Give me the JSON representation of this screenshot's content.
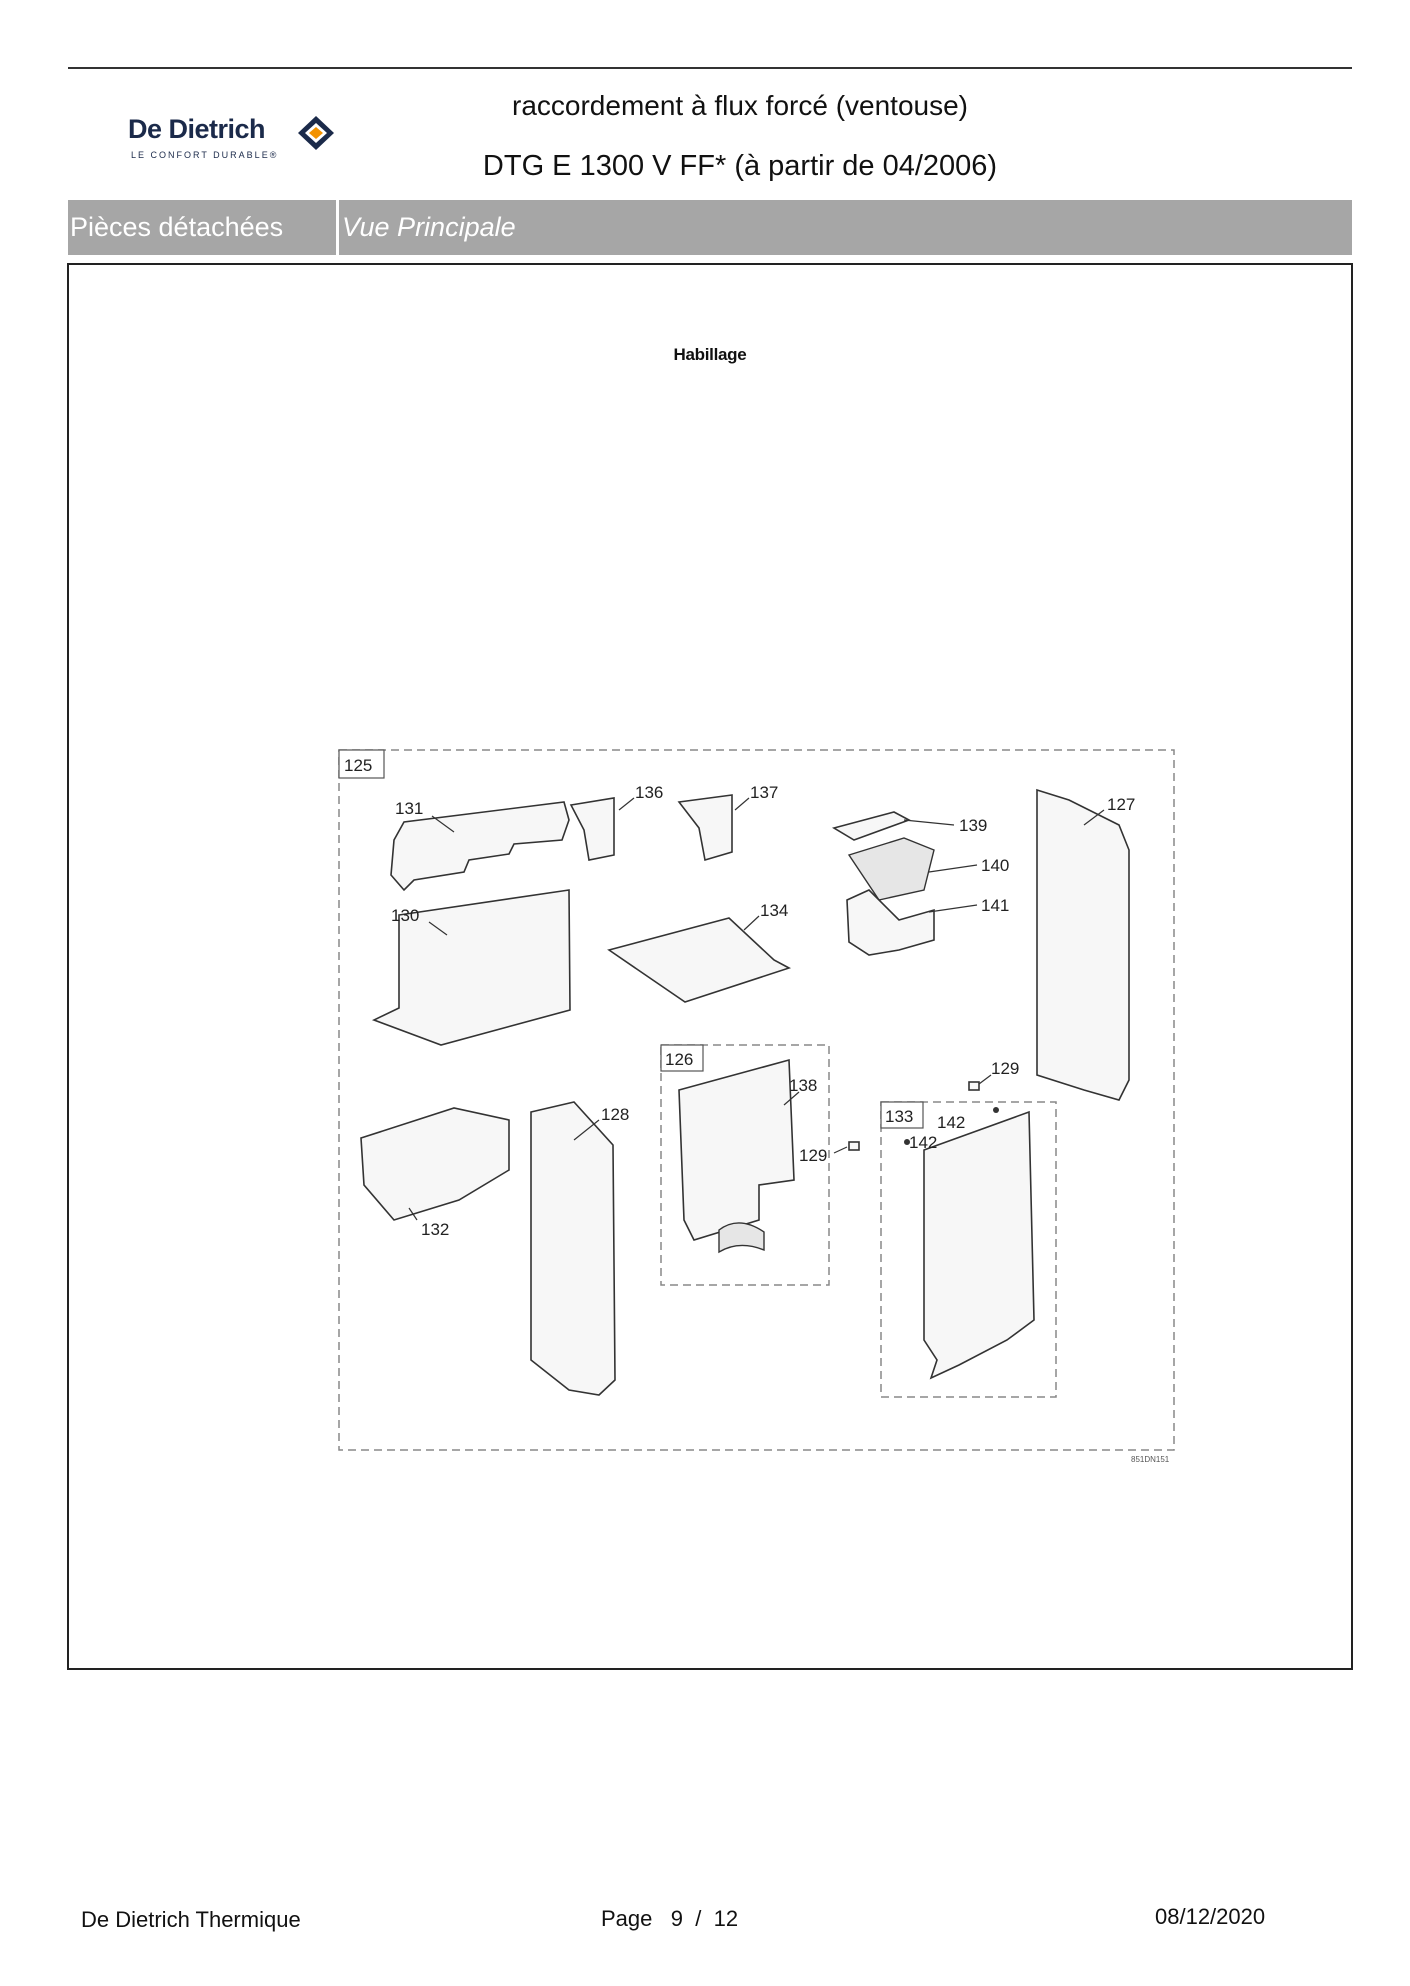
{
  "header": {
    "logo_brand": "De Dietrich",
    "logo_tagline": "LE CONFORT DURABLE®",
    "title_line1": "raccordement à flux forcé (ventouse)",
    "title_line2": "DTG E 1300 V FF* (à partir de 04/2006)"
  },
  "section_bar": {
    "left_label": "Pièces détachées",
    "right_label": "Vue Principale"
  },
  "diagram": {
    "title": "Habillage",
    "ref_code": "851DN151",
    "callouts": {
      "c125": "125",
      "c126": "126",
      "c127": "127",
      "c128": "128",
      "c129a": "129",
      "c129b": "129",
      "c130": "130",
      "c131": "131",
      "c132": "132",
      "c133": "133",
      "c134": "134",
      "c136": "136",
      "c137": "137",
      "c138": "138",
      "c139": "139",
      "c140": "140",
      "c141": "141",
      "c142a": "142",
      "c142b": "142"
    }
  },
  "footer": {
    "company": "De Dietrich Thermique",
    "page_label": "Page",
    "page_current": "9",
    "page_separator": "/",
    "page_total": "12",
    "date": "08/12/2020"
  },
  "colors": {
    "section_bar": "#a6a6a6",
    "logo_navy": "#1b2a4a",
    "logo_orange": "#f39200"
  }
}
